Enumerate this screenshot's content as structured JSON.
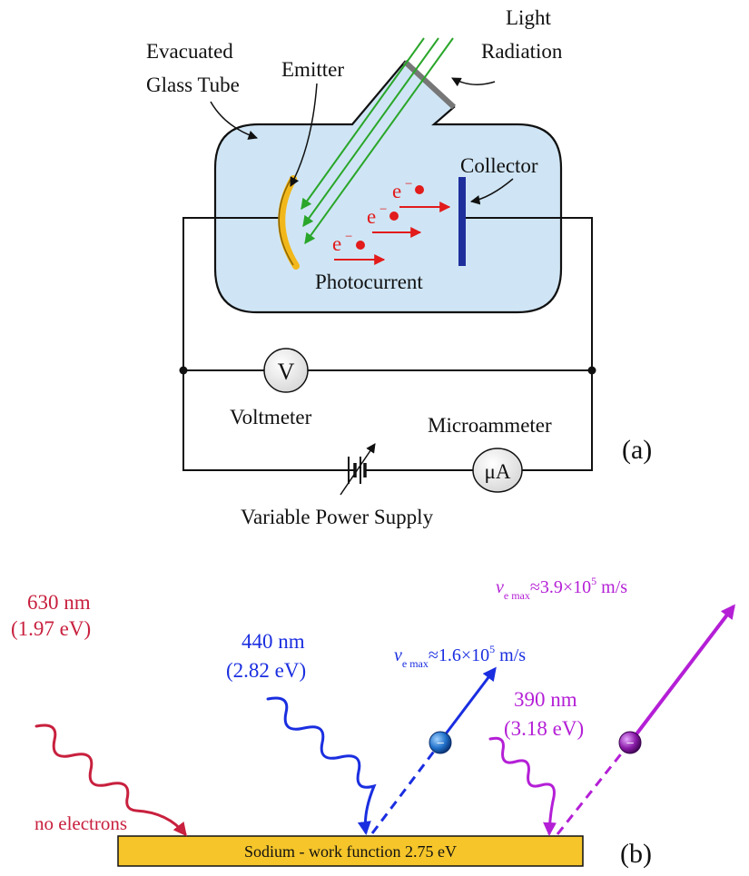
{
  "part_a": {
    "labels": {
      "tube": [
        "Evacuated",
        "Glass Tube"
      ],
      "light": [
        "Light",
        "Radiation"
      ],
      "emitter": "Emitter",
      "collector": "Collector",
      "photocurrent": "Photocurrent",
      "voltmeter": "Voltmeter",
      "voltmeter_symbol": "V",
      "microammeter": "Microammeter",
      "microammeter_symbol": "μA",
      "power_supply": "Variable Power Supply",
      "electron": "e",
      "electron_charge": "−",
      "panel": "(a)"
    },
    "colors": {
      "tube_fill": "#cfe5f5",
      "emitter": "#f2b81b",
      "collector": "#1e2f9c",
      "light": "#2aa62a",
      "electron": "#e21b1b"
    }
  },
  "part_b": {
    "panel": "(b)",
    "plate_label": "Sodium - work function 2.75 eV",
    "photons": [
      {
        "wavelength": "630 nm",
        "energy": "(1.97 eV)",
        "color": "#c8203e",
        "note": "no electrons"
      },
      {
        "wavelength": "440 nm",
        "energy": "(2.82 eV)",
        "color": "#1a2ee0",
        "velocity_symbol": "v",
        "velocity_subscript": "e max",
        "velocity_value": "≈1.6×10",
        "velocity_exponent": "5",
        "velocity_unit": " m/s"
      },
      {
        "wavelength": "390 nm",
        "energy": "(3.18 eV)",
        "color": "#b41fd6",
        "velocity_symbol": "v",
        "velocity_subscript": "e max",
        "velocity_value": "≈3.9×10",
        "velocity_exponent": "5",
        "velocity_unit": " m/s"
      }
    ],
    "colors": {
      "plate": "#f5c52a"
    }
  }
}
